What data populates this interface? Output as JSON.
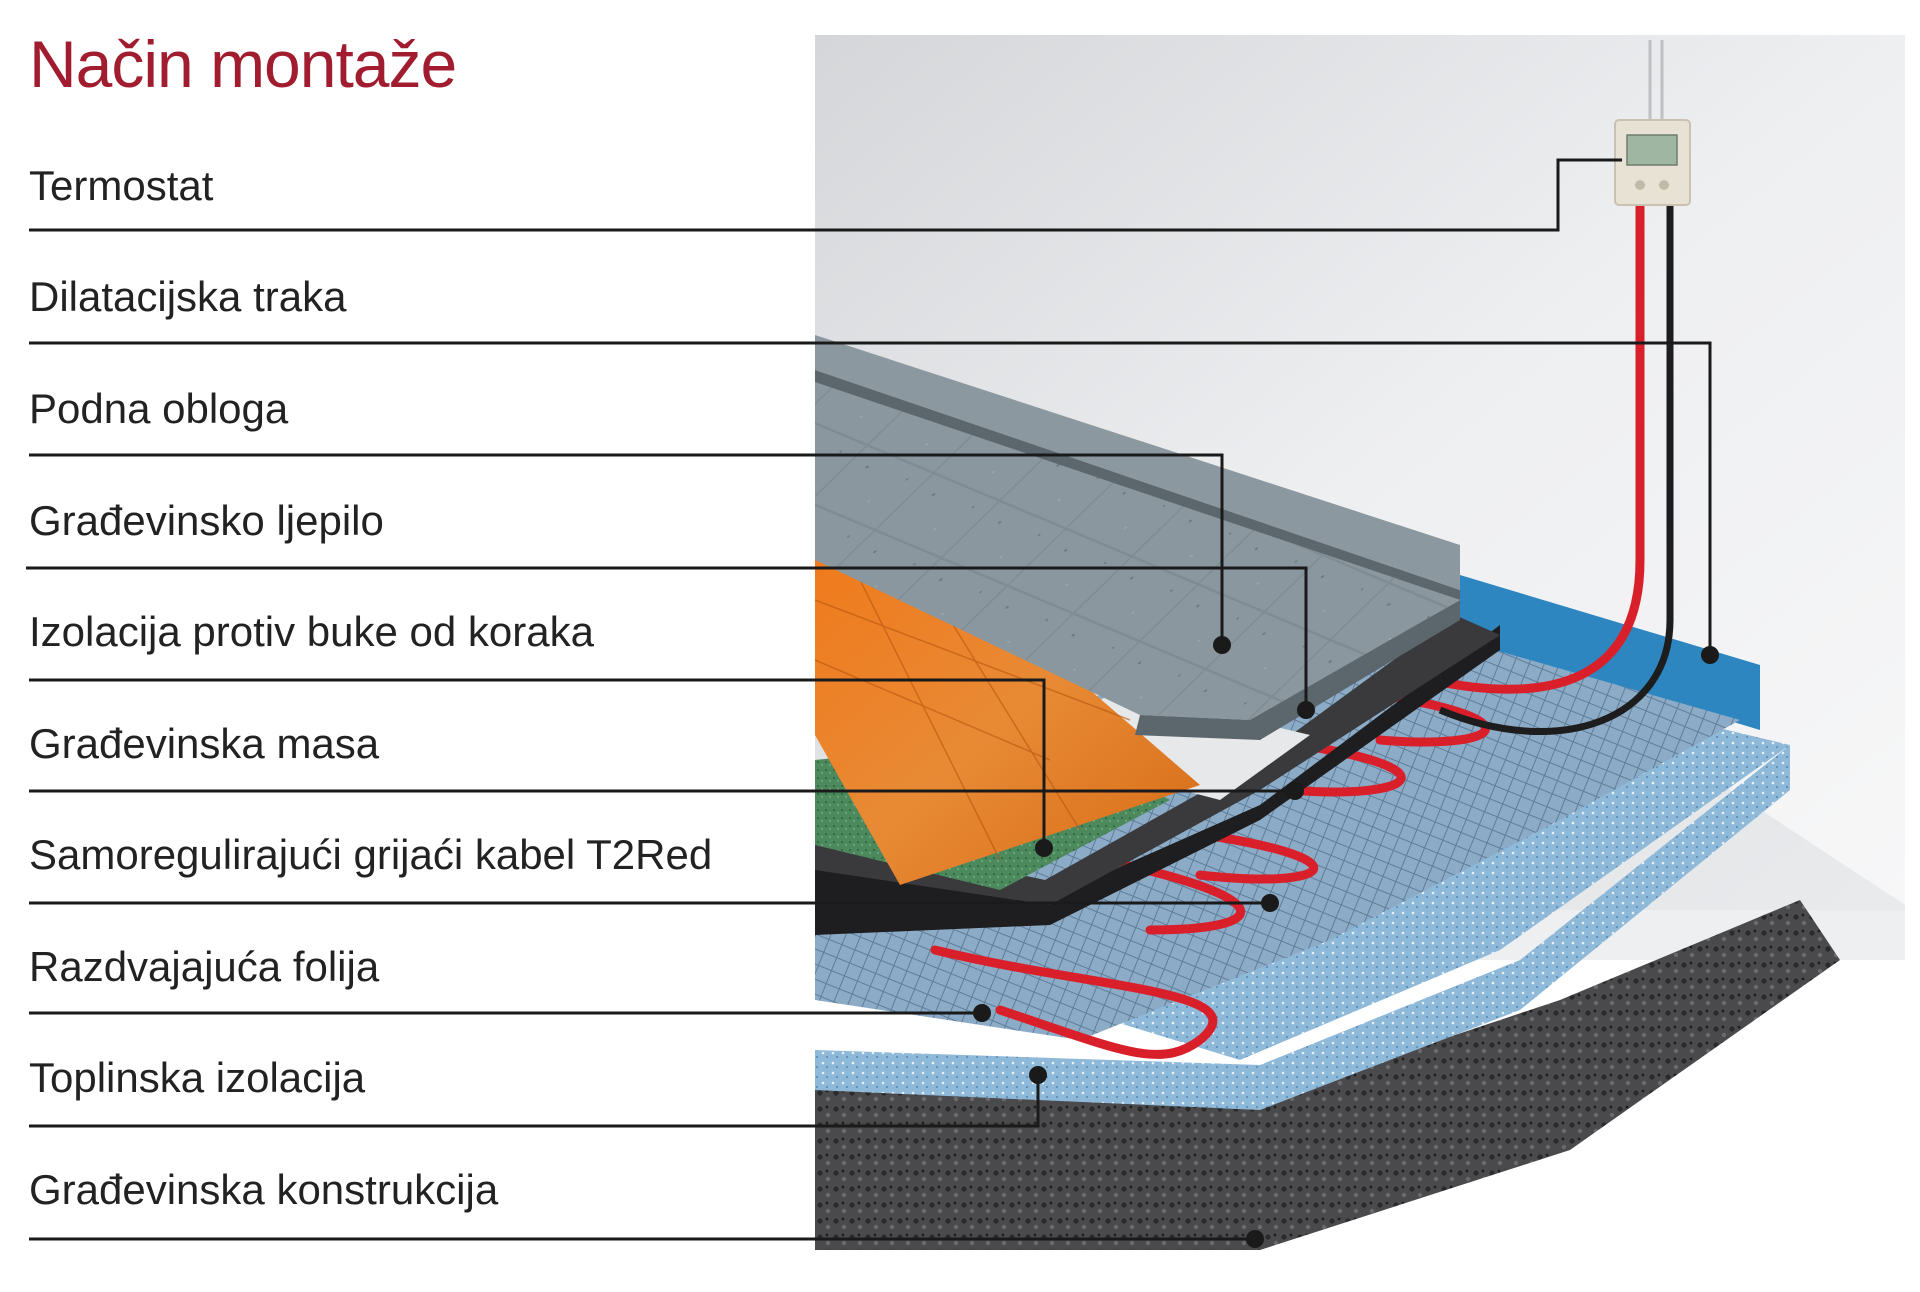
{
  "title": "Način montaže",
  "labels": [
    "Termostat",
    "Dilatacijska traka",
    "Podna obloga",
    "Građevinsko ljepilo",
    "Izolacija protiv buke od koraka",
    "Građevinska masa",
    "Samoregulirajući grijaći kabel T2Red",
    "Razdvajajuća folija",
    "Toplinska izolacija",
    "Građevinska konstrukcija"
  ],
  "colors": {
    "title": "#a01c2e",
    "cable": "#d9202a",
    "insulation_blue": "#6fa2c8",
    "wall": "#e9eaec"
  }
}
